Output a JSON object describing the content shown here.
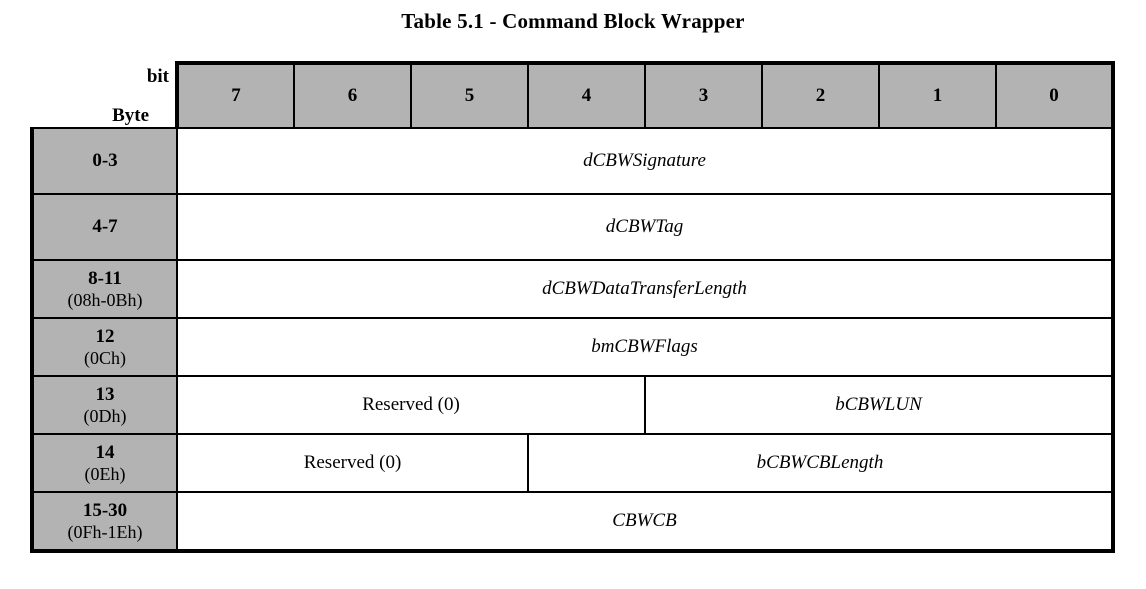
{
  "title": "Table 5.1 - Command Block Wrapper",
  "header": {
    "bit_label": "bit",
    "byte_label": "Byte",
    "bits": [
      "7",
      "6",
      "5",
      "4",
      "3",
      "2",
      "1",
      "0"
    ]
  },
  "colors": {
    "header_fill": "#b3b3b3",
    "cell_fill": "#ffffff",
    "border": "#000000"
  },
  "rows": [
    {
      "byte": "0-3",
      "hex": "",
      "fields": [
        {
          "name": "dCBWSignature",
          "span": 8,
          "italic": true
        }
      ]
    },
    {
      "byte": "4-7",
      "hex": "",
      "fields": [
        {
          "name": "dCBWTag",
          "span": 8,
          "italic": true
        }
      ]
    },
    {
      "byte": "8-11",
      "hex": "(08h-0Bh)",
      "fields": [
        {
          "name": "dCBWDataTransferLength",
          "span": 8,
          "italic": true
        }
      ]
    },
    {
      "byte": "12",
      "hex": "(0Ch)",
      "fields": [
        {
          "name": "bmCBWFlags",
          "span": 8,
          "italic": true
        }
      ]
    },
    {
      "byte": "13",
      "hex": "(0Dh)",
      "fields": [
        {
          "name": "Reserved (0)",
          "span": 4,
          "italic": false
        },
        {
          "name": "bCBWLUN",
          "span": 4,
          "italic": true
        }
      ]
    },
    {
      "byte": "14",
      "hex": "(0Eh)",
      "fields": [
        {
          "name": "Reserved (0)",
          "span": 3,
          "italic": false
        },
        {
          "name": "bCBWCBLength",
          "span": 5,
          "italic": true
        }
      ]
    },
    {
      "byte": "15-30",
      "hex": "(0Fh-1Eh)",
      "fields": [
        {
          "name": "CBWCB",
          "span": 8,
          "italic": true
        }
      ]
    }
  ]
}
